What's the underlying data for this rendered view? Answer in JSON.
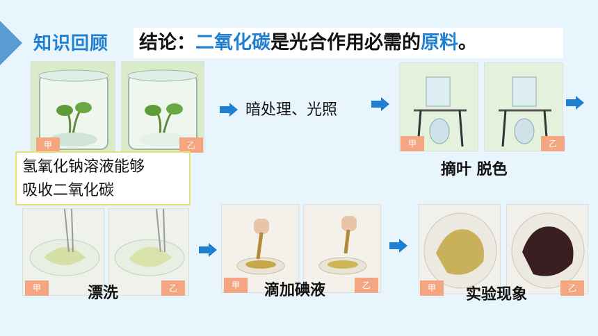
{
  "header": {
    "review_title": "知识回顾",
    "conclusion_prefix": "结论：",
    "conclusion_hl1": "二氧化碳",
    "conclusion_mid": "是光合作用必需的",
    "conclusion_hl2": "原料",
    "conclusion_end": "。"
  },
  "steps": {
    "process_label": "暗处理、光照",
    "step2_caption": "摘叶 脱色",
    "step3_caption": "漂洗",
    "step4_caption": "滴加碘液",
    "step5_caption": "实验现象"
  },
  "note": {
    "line1": "氢氧化钠溶液能够",
    "line2": "吸收二氧化碳"
  },
  "tags": {
    "jia": "甲",
    "yi": "乙"
  },
  "colors": {
    "accent": "#1f7fd1",
    "tag": "#f4a582",
    "arrow": "#1f7fd1"
  }
}
